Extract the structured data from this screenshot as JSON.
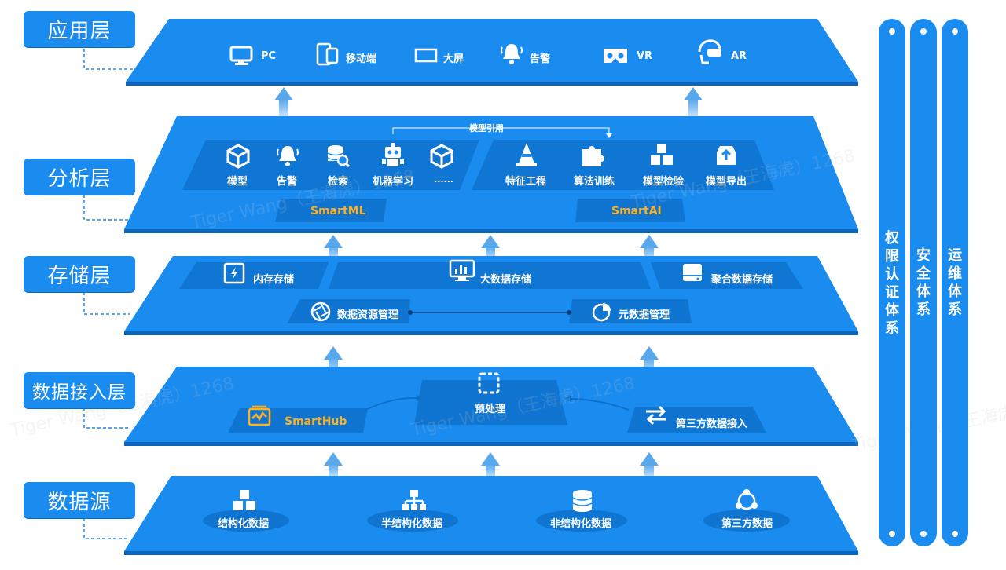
{
  "layers": {
    "app": {
      "label": "应用层",
      "items": [
        "PC",
        "移动端",
        "大屏",
        "告警",
        "VR",
        "AR"
      ]
    },
    "analysis": {
      "label": "分析层",
      "model_ref": "模型引用",
      "left_items": [
        "模型",
        "告警",
        "检索",
        "机器学习",
        "......"
      ],
      "right_items": [
        "特征工程",
        "算法训练",
        "模型检验",
        "模型导出"
      ],
      "smartml": "SmartML",
      "smartai": "SmartAI"
    },
    "storage": {
      "label": "存储层",
      "top": [
        "内存存储",
        "大数据存储",
        "聚合数据存储"
      ],
      "bottom": [
        "数据资源管理",
        "元数据管理"
      ]
    },
    "ingest": {
      "label": "数据接入层",
      "smarthub": "SmartHub",
      "preprocess": "预处理",
      "thirdparty": "第三方数据接入"
    },
    "source": {
      "label": "数据源",
      "items": [
        "结构化数据",
        "半结构化数据",
        "非结构化数据",
        "第三方数据"
      ]
    }
  },
  "side": {
    "auth": "权限认证体系",
    "security": "安全体系",
    "ops": "运维体系"
  },
  "watermark": "Tiger Wang（王海虎）1268",
  "colors": {
    "platform": "#1a8cf0",
    "dark": "#0d6fc9",
    "arrow": "#8cc3f0",
    "accent": "#ffb020"
  }
}
